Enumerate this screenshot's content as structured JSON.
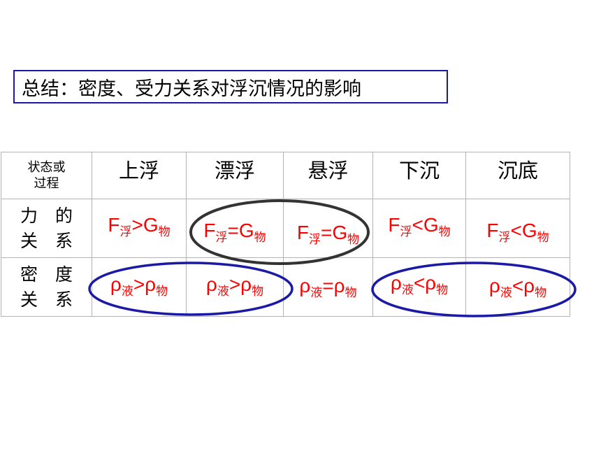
{
  "title": "总结：密度、受力关系对浮沉情况的影响",
  "table": {
    "corner_label": [
      "状态或",
      "过程"
    ],
    "states": [
      "上浮",
      "漂浮",
      "悬浮",
      "下沉",
      "沉底"
    ],
    "force_row_label": [
      "力　的",
      "关　系"
    ],
    "density_row_label": [
      "密　度",
      "关　系"
    ],
    "force_relations": [
      {
        "lhs": "F",
        "lhs_sub": "浮",
        "op": ">",
        "rhs": "G",
        "rhs_sub": "物"
      },
      {
        "lhs": "F",
        "lhs_sub": "浮",
        "op": "=",
        "rhs": "G",
        "rhs_sub": "物"
      },
      {
        "lhs": "F",
        "lhs_sub": "浮",
        "op": "=",
        "rhs": "G",
        "rhs_sub": "物"
      },
      {
        "lhs": "F",
        "lhs_sub": "浮",
        "op": "<",
        "rhs": "G",
        "rhs_sub": "物"
      },
      {
        "lhs": "F",
        "lhs_sub": "浮",
        "op": "<",
        "rhs": "G",
        "rhs_sub": "物"
      }
    ],
    "density_relations": [
      {
        "lhs": "ρ",
        "lhs_sub": "液",
        "op": ">",
        "rhs": "ρ",
        "rhs_sub": "物"
      },
      {
        "lhs": "ρ",
        "lhs_sub": "液",
        "op": ">",
        "rhs": "ρ",
        "rhs_sub": "物"
      },
      {
        "lhs": "ρ",
        "lhs_sub": "液",
        "op": "=",
        "rhs": "ρ",
        "rhs_sub": "物"
      },
      {
        "lhs": "ρ",
        "lhs_sub": "液",
        "op": "<",
        "rhs": "ρ",
        "rhs_sub": "物"
      },
      {
        "lhs": "ρ",
        "lhs_sub": "液",
        "op": "<",
        "rhs": "ρ",
        "rhs_sub": "物"
      }
    ]
  },
  "colors": {
    "relation_text": "#ff0000",
    "title_border": "#1a1aa6",
    "force_group_oval": "#333333",
    "density_group_oval": "#1a1aa6",
    "grid_line": "#b3b3b3"
  }
}
